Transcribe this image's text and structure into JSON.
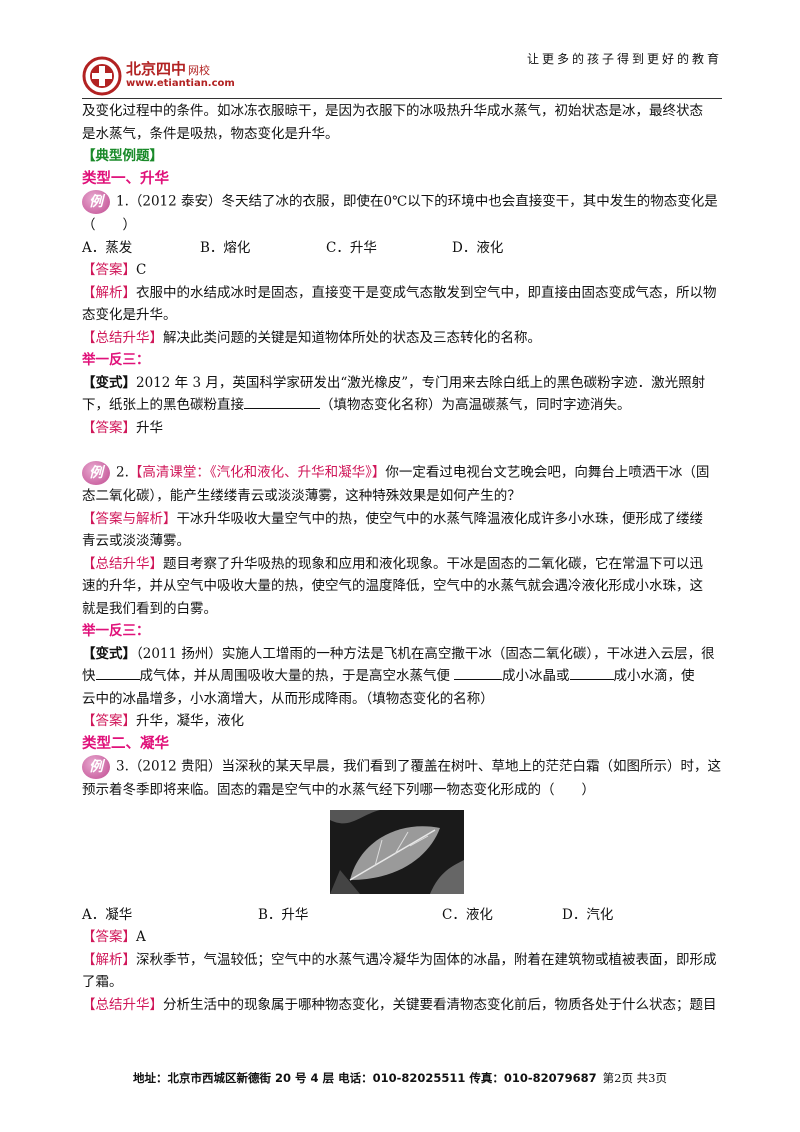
{
  "header": {
    "logo_cn": "北京四中",
    "logo_cn_small": "网校",
    "logo_url": "www.etiantian.com",
    "slogan": "让更多的孩子得到更好的教育"
  },
  "intro": [
    "及变化过程中的条件。如冰冻衣服晾干，是因为衣服下的冰吸热升华成水蒸气，初始状态是冰，最终状态",
    "是水蒸气，条件是吸热，物态变化是升华。"
  ],
  "section_title": "【典型例题】",
  "type1_title": "类型一、升华",
  "example_badge": "例",
  "ex1": {
    "question_l1": "1.（2012 泰安）冬天结了冰的衣服，即使在0℃以下的环境中也会直接变干，其中发生的物态变化是",
    "question_l2": "（　　）",
    "options": [
      "A．蒸发",
      "B．熔化",
      "C．升华",
      "D．液化"
    ],
    "answer_tag": "【答案】",
    "answer": "C",
    "analysis_tag": "【解析】",
    "analysis_l1": "衣服中的水结成冰时是固态，直接变干是变成气态散发到空气中，即直接由固态变成气态，所以物",
    "analysis_l2": "态变化是升华。",
    "summary_tag": "【总结升华】",
    "summary": "解决此类问题的关键是知道物体所处的状态及三态转化的名称。"
  },
  "practice_title": "举一反三：",
  "var1": {
    "tag": "【变式】",
    "l1": "2012 年 3 月，英国科学家研发出“激光橡皮”，专门用来去除白纸上的黑色碳粉字迹．激光照射",
    "l2a": "下，纸张上的黑色碳粉直接",
    "l2b": "（填物态变化名称）为高温碳蒸气，同时字迹消失。",
    "answer_tag": "【答案】",
    "answer": "升华"
  },
  "ex2": {
    "number": "2.",
    "link": "【高清课堂：《汽化和液化、升华和凝华》】",
    "question_l1": "你一定看过电视台文艺晚会吧，向舞台上喷洒干冰（固",
    "question_l2": "态二氧化碳），能产生缕缕青云或淡淡薄雾，这种特殊效果是如何产生的？",
    "answer_tag": "【答案与解析】",
    "answer_l1": "干冰升华吸收大量空气中的热，使空气中的水蒸气降温液化成许多小水珠，便形成了缕缕",
    "answer_l2": "青云或淡淡薄雾。",
    "summary_tag": "【总结升华】",
    "summary_l1": "题目考察了升华吸热的现象和应用和液化现象。干冰是固态的二氧化碳，它在常温下可以迅",
    "summary_l2": "速的升华，并从空气中吸收大量的热，使空气的温度降低，空气中的水蒸气就会遇冷液化形成小水珠，这",
    "summary_l3": "就是我们看到的白雾。"
  },
  "var2": {
    "tag": "【变式】",
    "l1": "（2011 扬州）实施人工增雨的一种方法是飞机在高空撒干冰（固态二氧化碳），干冰进入云层，很",
    "l2a": "快",
    "l2b": "成气体，并从周围吸收大量的热，于是高空水蒸气便",
    "l2c": "成小冰晶或",
    "l2d": "成小水滴，使",
    "l3": "云中的冰晶增多，小水滴增大，从而形成降雨。（填物态变化的名称）",
    "answer_tag": "【答案】",
    "answer": "升华，凝华，液化"
  },
  "type2_title": "类型二、凝华",
  "ex3": {
    "question_l1": "3.（2012 贵阳）当深秋的某天早晨，我们看到了覆盖在树叶、草地上的茫茫白霜（如图所示）时，这",
    "question_l2": "预示着冬季即将来临。固态的霜是空气中的水蒸气经下列哪一物态变化形成的（　　）",
    "options": [
      "A．凝华",
      "B．升华",
      "C．液化",
      "D．汽化"
    ],
    "answer_tag": "【答案】",
    "answer": "A",
    "analysis_tag": "【解析】",
    "analysis_l1": "深秋季节，气温较低；空气中的水蒸气遇冷凝华为固体的冰晶，附着在建筑物或植被表面，即形成",
    "analysis_l2": "了霜。",
    "summary_tag": "【总结升华】",
    "summary": "分析生活中的现象属于哪种物态变化，关键要看清物态变化前后，物质各处于什么状态；题目"
  },
  "footer": {
    "address": "地址：北京市西城区新德街 20 号 4 层  电话：010-82025511  传真：010-82079687",
    "page": "第2页  共3页"
  }
}
